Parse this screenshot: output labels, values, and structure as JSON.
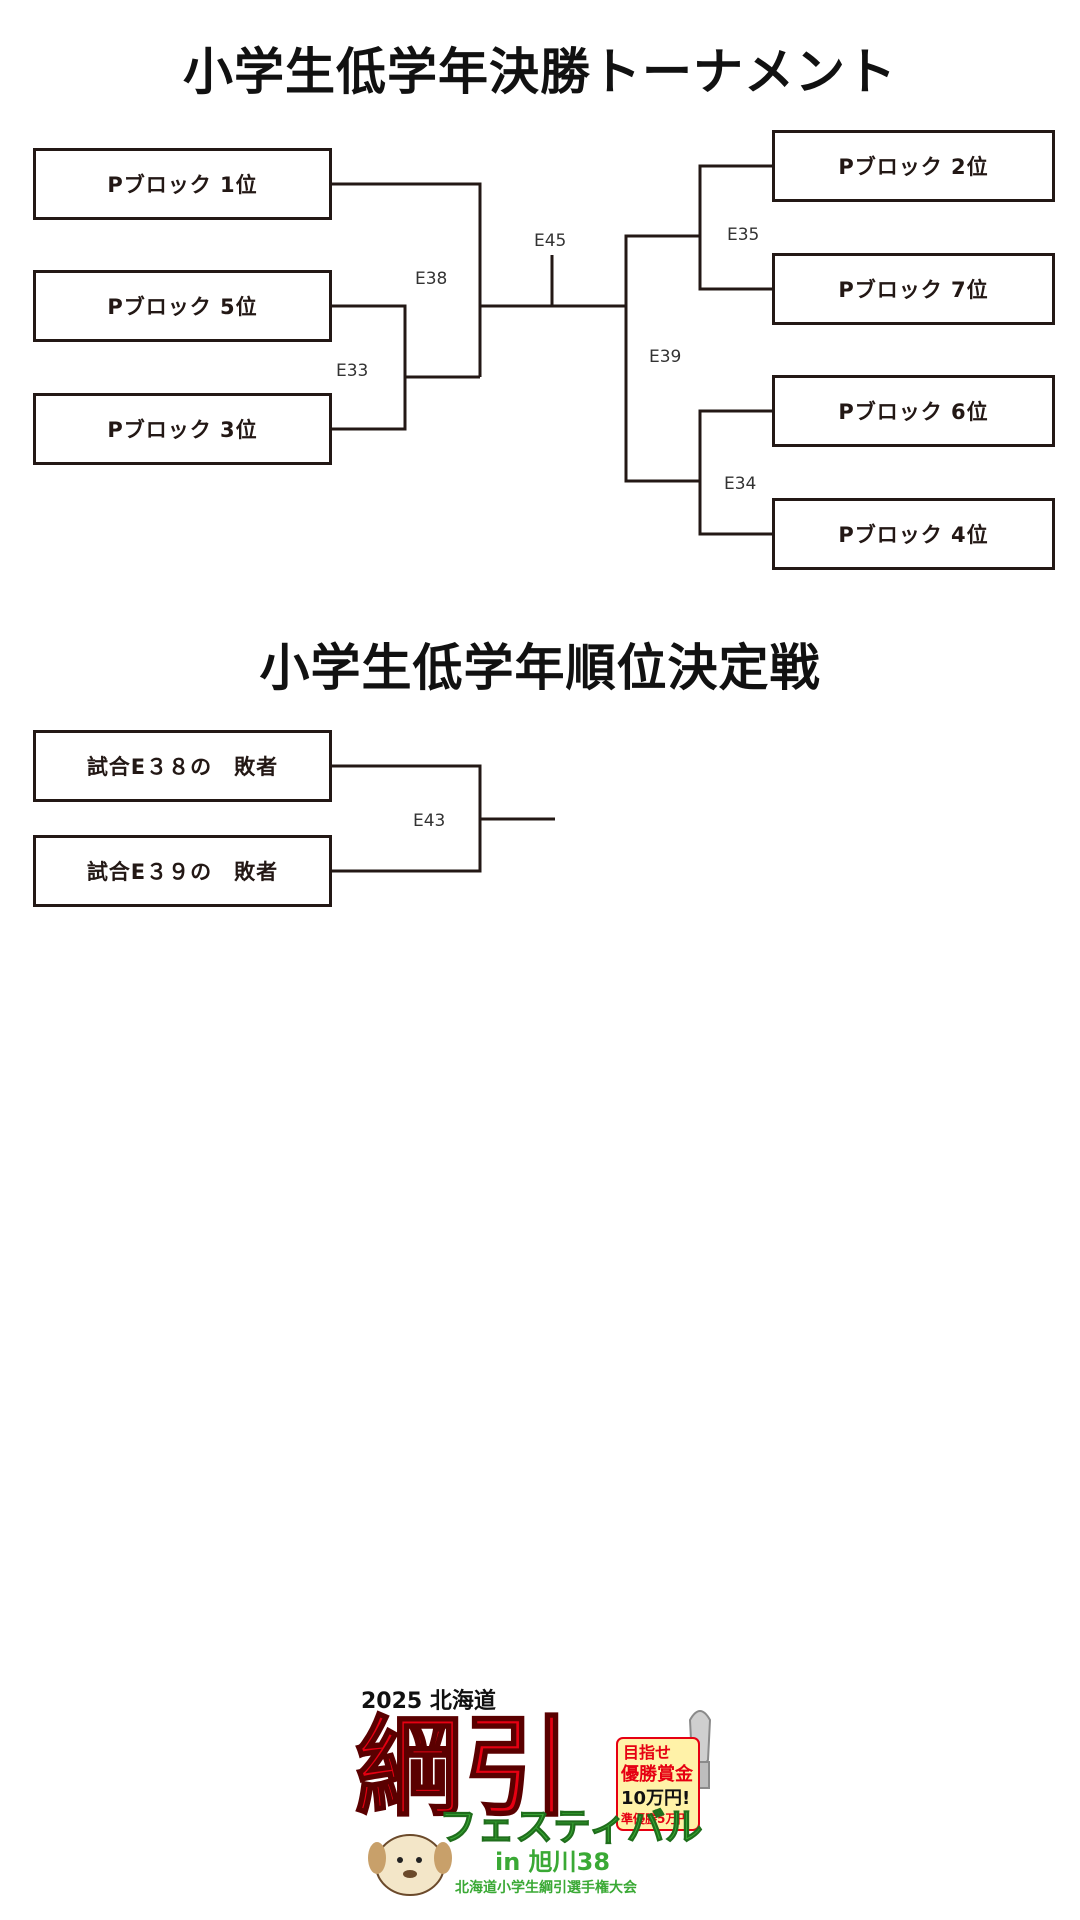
{
  "titles": {
    "tournament": "小学生低学年決勝トーナメント",
    "placement": "小学生低学年順位決定戦"
  },
  "teams": {
    "p1": "Pブロック 1位",
    "p5": "Pブロック 5位",
    "p3": "Pブロック 3位",
    "p2": "Pブロック 2位",
    "p7": "Pブロック 7位",
    "p6": "Pブロック 6位",
    "p4": "Pブロック 4位",
    "loser_e38": "試合E３８の　敗者",
    "loser_e39": "試合E３９の　敗者"
  },
  "matches": {
    "e45": "E45",
    "e38": "E38",
    "e33": "E33",
    "e35": "E35",
    "e39": "E39",
    "e34": "E34",
    "e43": "E43"
  },
  "logo": {
    "year_region": "2025 北海道",
    "main": "綱引",
    "festival": "フェスティバル",
    "venue": "in 旭川38",
    "subtitle": "北海道小学生綱引選手権大会",
    "prize_head": "目指せ",
    "prize_label": "優勝賞金",
    "prize_amount": "10万円!",
    "prize_second": "準優勝5万円"
  },
  "colors": {
    "line": "#231815",
    "logo_red": "#e60012",
    "logo_green": "#3aa935"
  }
}
